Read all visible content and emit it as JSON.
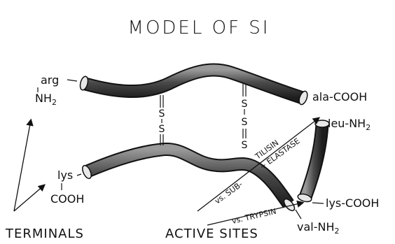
{
  "title": "MODEL OF SI",
  "labels": {
    "arg": "arg",
    "nh2_left": "NH",
    "nh2_left_sub": "2",
    "ala_cooh": "ala-COOH",
    "leu_nh2": "leu-NH",
    "leu_nh2_sub": "2",
    "lys_left": "lys",
    "cooh_left": "COOH",
    "lys_cooh": "lys-COOH",
    "val_nh2": "val-NH",
    "val_nh2_sub": "2",
    "sub_label": "vs. SUB-",
    "tilisin_label": "TILISIN",
    "elastase_label": "+ ELASTASE",
    "trypsin_label": "vs. TRYPSIN",
    "s": "S",
    "terminals": "TERMINALS",
    "active_sites": "ACTIVE SITES"
  },
  "colors": {
    "ink": "#111111",
    "tube_fill": "#6e6e6e",
    "tube_shadow": "#2a2a2a",
    "tube_highlight": "#c8c8c8"
  }
}
